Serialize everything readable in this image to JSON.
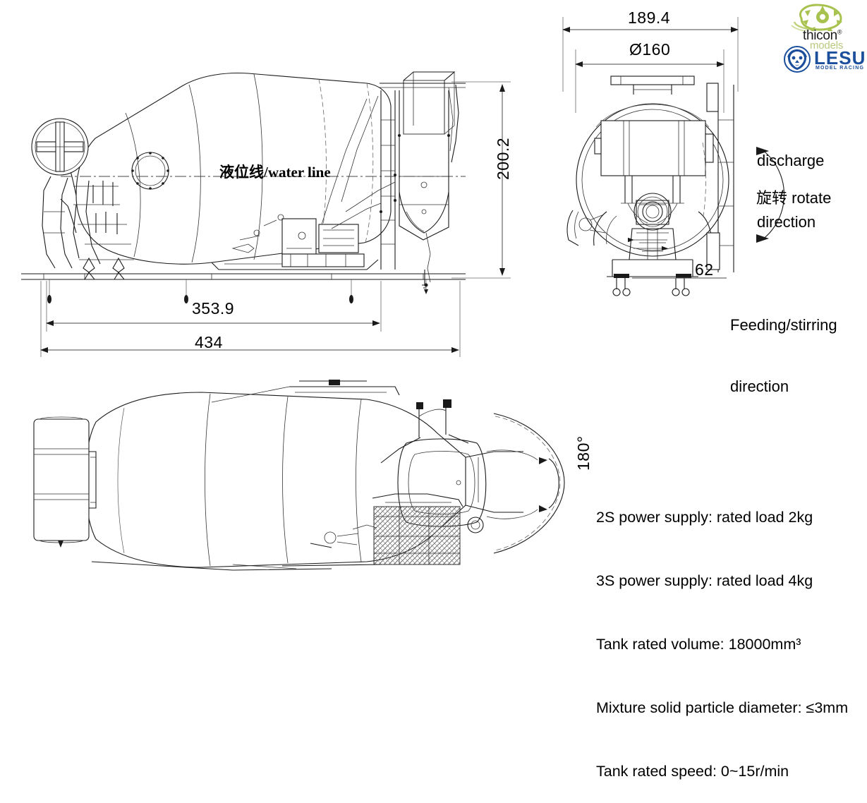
{
  "meta": {
    "title": "Concrete mixer truck drum technical drawing",
    "background": "#ffffff",
    "line_color": "#1a1a1a"
  },
  "branding": {
    "thicon": {
      "name": "thicon",
      "registered": "®",
      "tagline": "models",
      "swirl_color": "#a8c24f",
      "text_color": "#1a1a1a",
      "tagline_color": "#b9c97e"
    },
    "lesu": {
      "name": "LESU",
      "tagline": "MODEL RACING",
      "color": "#1b4f9c"
    }
  },
  "dimensions": {
    "side_height": "200.2",
    "side_inner_length": "353.9",
    "side_total_length": "434",
    "front_overall_width": "189.4",
    "front_drum_diameter": "Ø160",
    "front_base_width": "62",
    "plan_swing_angle": "180°"
  },
  "annotations": {
    "water_line": "液位线/water line",
    "discharge_direction_1": "discharge",
    "discharge_direction_2": "direction",
    "rotate": "旋转 rotate",
    "feeding_direction_1": "Feeding/stirring",
    "feeding_direction_2": "direction"
  },
  "specs": {
    "lines": [
      "2S power supply: rated load 2kg",
      "3S power supply: rated load 4kg",
      "Tank rated volume: 18000mm³",
      "Mixture solid particle diameter: ≤3mm",
      "Tank rated speed: 0~15r/min"
    ]
  },
  "views": {
    "side": "side elevation view",
    "front": "front elevation view",
    "plan": "plan (top) view"
  }
}
